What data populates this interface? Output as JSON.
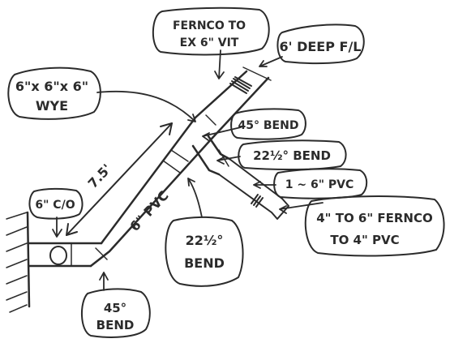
{
  "labels": {
    "fernco_to_ex": [
      "FERNCO TO",
      "EX 6\" VIT"
    ],
    "deep_fl": "6' DEEP F/L",
    "wye": [
      "6\"x 6\"x 6\"",
      "WYE"
    ],
    "bend_45_upper": "45° BEND",
    "bend_22_upper": "22½° BEND",
    "pvc_small": "1 ~ 6\" PVC",
    "fernco_4_6": [
      "4\" TO 6\" FERNCO",
      "TO 4\" PVC"
    ],
    "cleanout": "6\" C/O",
    "dimension": "7.5'",
    "pipe_main": "6\" PVC",
    "bend_22_lower": [
      "22½°",
      "BEND"
    ],
    "bend_45_lower": [
      "45°",
      "BEND"
    ]
  }
}
